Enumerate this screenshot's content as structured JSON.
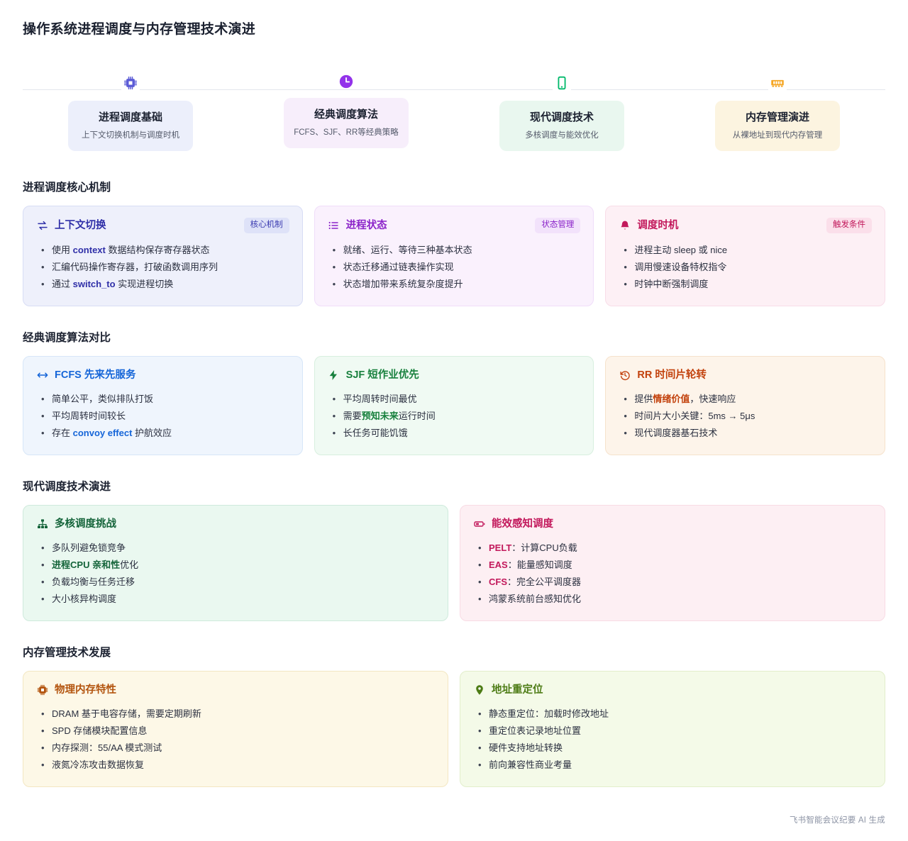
{
  "page": {
    "title": "操作系统进程调度与内存管理技术演进",
    "footer": "飞书智能会议纪要 AI 生成"
  },
  "stepper": [
    {
      "icon": "cpu-chip-icon",
      "icon_color": "#5b5bd6",
      "title": "进程调度基础",
      "subtitle": "上下文切换机制与调度时机",
      "card_bg": "#eceffb"
    },
    {
      "icon": "clock-icon",
      "icon_color": "#9333ea",
      "title": "经典调度算法",
      "subtitle": "FCFS、SJF、RR等经典策略",
      "card_bg": "#f7eefb"
    },
    {
      "icon": "smartphone-icon",
      "icon_color": "#00b96b",
      "title": "现代调度技术",
      "subtitle": "多核调度与能效优化",
      "card_bg": "#e9f7ef"
    },
    {
      "icon": "memory-ram-icon",
      "icon_color": "#f5a623",
      "title": "内存管理演进",
      "subtitle": "从裸地址到现代内存管理",
      "card_bg": "#fcf4e0"
    }
  ],
  "sections": [
    {
      "title": "进程调度核心机制",
      "layout": "three",
      "cards": [
        {
          "icon": "exchange-arrows-icon",
          "title": "上下文切换",
          "accent": "#2f2fa8",
          "bg": "#eef0fb",
          "border": "#d8ddf5",
          "badge": "核心机制",
          "badge_bg": "#dee2f8",
          "badge_color": "#3b3bb0",
          "items": [
            [
              {
                "t": "使用 ",
                "b": false
              },
              {
                "t": "context",
                "b": true
              },
              {
                "t": " 数据结构保存寄存器状态",
                "b": false
              }
            ],
            [
              {
                "t": "汇编代码操作寄存器，打破函数调用序列",
                "b": false
              }
            ],
            [
              {
                "t": "通过 ",
                "b": false
              },
              {
                "t": "switch_to",
                "b": true
              },
              {
                "t": " 实现进程切换",
                "b": false
              }
            ]
          ]
        },
        {
          "icon": "list-icon",
          "title": "进程状态",
          "accent": "#8b23c9",
          "bg": "#faf1fd",
          "border": "#f0ddf9",
          "badge": "状态管理",
          "badge_bg": "#f2e2fb",
          "badge_color": "#8b23c9",
          "items": [
            [
              {
                "t": "就绪、运行、等待三种基本状态",
                "b": false
              }
            ],
            [
              {
                "t": "状态迁移通过链表操作实现",
                "b": false
              }
            ],
            [
              {
                "t": "状态增加带来系统复杂度提升",
                "b": false
              }
            ]
          ]
        },
        {
          "icon": "bell-icon",
          "title": "调度时机",
          "accent": "#c2185b",
          "bg": "#fdf0f5",
          "border": "#f8dde8",
          "badge": "触发条件",
          "badge_bg": "#fbdfea",
          "badge_color": "#c2185b",
          "items": [
            [
              {
                "t": "进程主动 sleep 或 nice",
                "b": false
              }
            ],
            [
              {
                "t": "调用慢速设备特权指令",
                "b": false
              }
            ],
            [
              {
                "t": "时钟中断强制调度",
                "b": false
              }
            ]
          ]
        }
      ]
    },
    {
      "title": "经典调度算法对比",
      "layout": "three",
      "cards": [
        {
          "icon": "left-right-arrow-icon",
          "title": "FCFS 先来先服务",
          "accent": "#1565d8",
          "bg": "#eff5fd",
          "border": "#d7e6f8",
          "badge": "",
          "badge_bg": "",
          "badge_color": "",
          "items": [
            [
              {
                "t": "简单公平，类似排队打饭",
                "b": false
              }
            ],
            [
              {
                "t": "平均周转时间较长",
                "b": false
              }
            ],
            [
              {
                "t": "存在 ",
                "b": false
              },
              {
                "t": "convoy effect",
                "b": true
              },
              {
                "t": " 护航效应",
                "b": false
              }
            ]
          ]
        },
        {
          "icon": "lightning-bolt-icon",
          "title": "SJF 短作业优先",
          "accent": "#17803d",
          "bg": "#f0faf3",
          "border": "#d8efdf",
          "badge": "",
          "badge_bg": "",
          "badge_color": "",
          "items": [
            [
              {
                "t": "平均周转时间最优",
                "b": false
              }
            ],
            [
              {
                "t": "需要",
                "b": false
              },
              {
                "t": "预知未来",
                "b": true
              },
              {
                "t": "运行时间",
                "b": false
              }
            ],
            [
              {
                "t": "长任务可能饥饿",
                "b": false
              }
            ]
          ]
        },
        {
          "icon": "history-clock-icon",
          "title": "RR 时间片轮转",
          "accent": "#c2410c",
          "bg": "#fdf4ea",
          "border": "#f6e2cc",
          "badge": "",
          "badge_bg": "",
          "badge_color": "",
          "items": [
            [
              {
                "t": "提供",
                "b": false
              },
              {
                "t": "情绪价值",
                "b": true
              },
              {
                "t": "，快速响应",
                "b": false
              }
            ],
            [
              {
                "t": "时间片大小关键：5ms → 5μs",
                "b": false
              }
            ],
            [
              {
                "t": "现代调度器基石技术",
                "b": false
              }
            ]
          ]
        }
      ]
    },
    {
      "title": "现代调度技术演进",
      "layout": "two",
      "cards": [
        {
          "icon": "sitemap-icon",
          "title": "多核调度挑战",
          "accent": "#14643a",
          "bg": "#eaf8f0",
          "border": "#cfeadc",
          "badge": "",
          "badge_bg": "",
          "badge_color": "",
          "items": [
            [
              {
                "t": "多队列避免锁竞争",
                "b": false
              }
            ],
            [
              {
                "t": "进程",
                "b": true
              },
              {
                "t": "CPU 亲和性",
                "b": true
              },
              {
                "t": "优化",
                "b": false
              }
            ],
            [
              {
                "t": "负载均衡与任务迁移",
                "b": false
              }
            ],
            [
              {
                "t": "大小核异构调度",
                "b": false
              }
            ]
          ]
        },
        {
          "icon": "battery-icon",
          "title": "能效感知调度",
          "accent": "#c2185b",
          "bg": "#fdeff3",
          "border": "#f8dbe4",
          "badge": "",
          "badge_bg": "",
          "badge_color": "",
          "items": [
            [
              {
                "t": "PELT",
                "b": true
              },
              {
                "t": "：计算CPU负载",
                "b": false
              }
            ],
            [
              {
                "t": "EAS",
                "b": true
              },
              {
                "t": "：能量感知调度",
                "b": false
              }
            ],
            [
              {
                "t": "CFS",
                "b": true
              },
              {
                "t": "：完全公平调度器",
                "b": false
              }
            ],
            [
              {
                "t": "鸿蒙系统前台感知优化",
                "b": false
              }
            ]
          ]
        }
      ]
    },
    {
      "title": "内存管理技术发展",
      "layout": "two",
      "cards": [
        {
          "icon": "cpu-chip-icon",
          "title": "物理内存特性",
          "accent": "#b3540e",
          "bg": "#fdf8e7",
          "border": "#f3e7c2",
          "badge": "",
          "badge_bg": "",
          "badge_color": "",
          "items": [
            [
              {
                "t": "DRAM 基于电容存储，需要定期刷新",
                "b": false
              }
            ],
            [
              {
                "t": "SPD 存储模块配置信息",
                "b": false
              }
            ],
            [
              {
                "t": "内存探测：55/AA 模式测试",
                "b": false
              }
            ],
            [
              {
                "t": "液氮冷冻攻击数据恢复",
                "b": false
              }
            ]
          ]
        },
        {
          "icon": "map-pin-icon",
          "title": "地址重定位",
          "accent": "#4d7c15",
          "bg": "#f4fae8",
          "border": "#e2eecb",
          "badge": "",
          "badge_bg": "",
          "badge_color": "",
          "items": [
            [
              {
                "t": "静态重定位：加载时修改地址",
                "b": false
              }
            ],
            [
              {
                "t": "重定位表记录地址位置",
                "b": false
              }
            ],
            [
              {
                "t": "硬件支持地址转换",
                "b": false
              }
            ],
            [
              {
                "t": "前向兼容性商业考量",
                "b": false
              }
            ]
          ]
        }
      ]
    }
  ]
}
